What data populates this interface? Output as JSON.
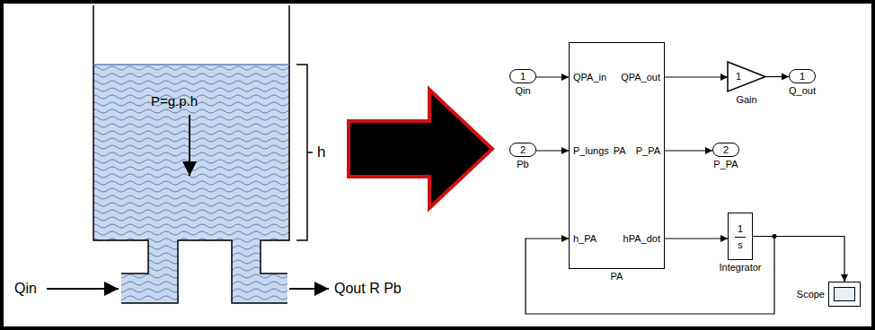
{
  "diagram": {
    "nodes": [
      {
        "text": [
          "P=g.p.h"
        ]
      },
      {
        "text": [
          "1",
          "Qin"
        ]
      },
      {
        "text": [
          "2",
          "Pb"
        ]
      },
      {
        "text": [
          "QPA_in",
          "P_lungs",
          "PA",
          "h_PA",
          "QPA_out",
          "P_PA",
          "hPA_dot",
          "PA"
        ]
      },
      {
        "text": [
          "1",
          "Gain"
        ]
      },
      {
        "text": [
          "1",
          "Q_out"
        ]
      },
      {
        "text": [
          "2",
          "P_PA"
        ]
      },
      {
        "text": [
          "1",
          "s",
          "Integrator"
        ]
      },
      {
        "text": [
          "Scope"
        ]
      }
    ],
    "edges": [
      {
        "from": 1,
        "to": 3,
        "arrow": "to"
      },
      {
        "from": 2,
        "to": 3,
        "arrow": "to"
      },
      {
        "from": 3,
        "to": 4,
        "arrow": "to"
      },
      {
        "from": 4,
        "to": 5,
        "arrow": "to"
      },
      {
        "from": 3,
        "to": 6,
        "arrow": "to"
      },
      {
        "from": 3,
        "to": 7,
        "arrow": "to"
      },
      {
        "from": 7,
        "to": 8,
        "arrow": "to"
      },
      {
        "from": 7,
        "to": 3,
        "arrow": "to"
      }
    ],
    "labels": [
      "h",
      "Qin",
      "Qout R Pb"
    ]
  }
}
